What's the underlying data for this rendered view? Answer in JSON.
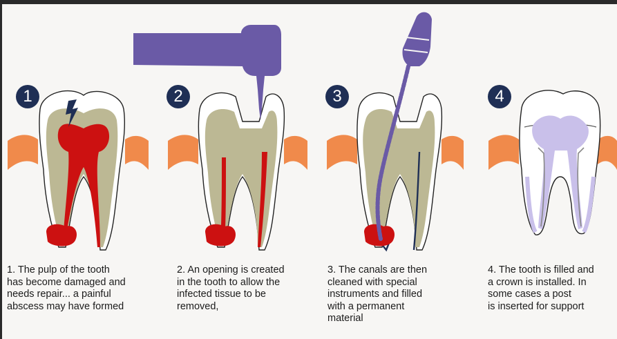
{
  "steps": [
    {
      "number": "1",
      "lines": [
        "1. The pulp of the tooth",
        "has become damaged and",
        "needs repair... a painful",
        "abscess may have formed"
      ]
    },
    {
      "number": "2",
      "lines": [
        "2. An opening is created",
        "in the tooth to allow the",
        "infected tissue to be",
        "removed,"
      ]
    },
    {
      "number": "3",
      "lines": [
        "3. The canals are then",
        "cleaned with special",
        "instruments and filled",
        "with a permanent",
        "material"
      ]
    },
    {
      "number": "4",
      "lines": [
        "4. The tooth is filled and",
        "a crown is installed. In",
        "some cases a post",
        "is inserted for support"
      ]
    }
  ],
  "colors": {
    "background": "#f7f6f4",
    "badge": "#1f2f55",
    "gum": "#f08a4b",
    "dentin": "#bcb894",
    "pulp": "#cc1111",
    "instrument": "#6a5aa6",
    "filling": "#c9c0ea",
    "enamel": "#ffffff"
  }
}
